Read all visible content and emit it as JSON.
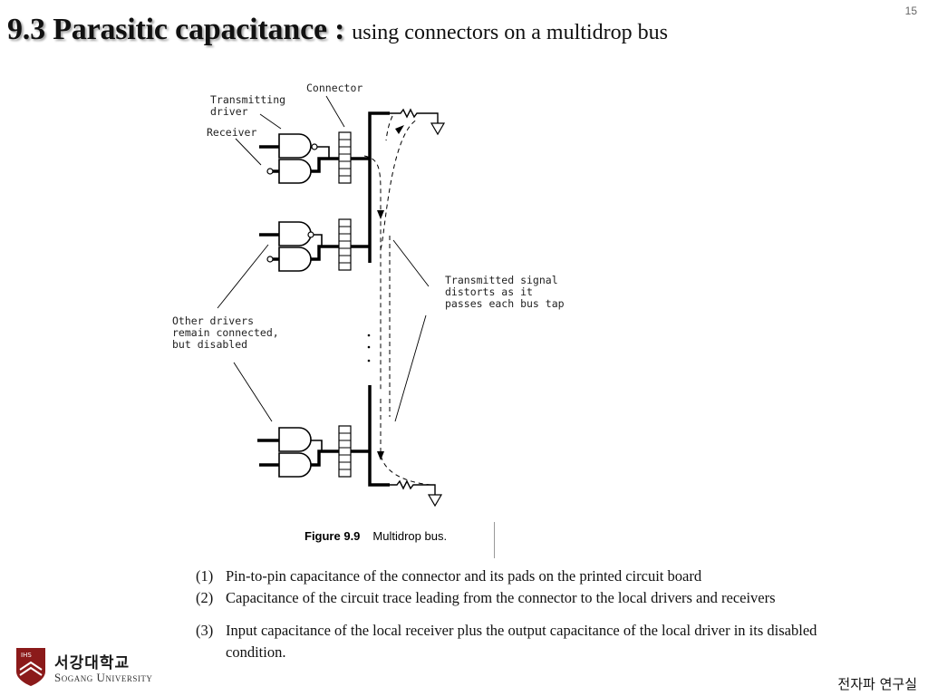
{
  "slide": {
    "page_number": "15",
    "title_main": "9.3 Parasitic capacitance :",
    "title_sub": "using connectors on a multidrop bus"
  },
  "figure": {
    "labels": {
      "transmitting_driver_line1": "Transmitting",
      "transmitting_driver_line2": "driver",
      "receiver": "Receiver",
      "connector": "Connector",
      "signal_line1": "Transmitted signal",
      "signal_line2": "distorts as it",
      "signal_line3": "passes each bus tap",
      "other_line1": "Other drivers",
      "other_line2": "remain connected,",
      "other_line3": "but disabled"
    },
    "caption_label": "Figure 9.9",
    "caption_text": "Multidrop bus."
  },
  "notes": [
    {
      "num": "(1)",
      "text": "Pin-to-pin capacitance of the connector and its pads on the printed circuit board"
    },
    {
      "num": "(2)",
      "text": "Capacitance of the circuit trace leading from the connector to the local drivers and receivers"
    },
    {
      "num": "(3)",
      "text": "Input capacitance of the local receiver plus the output capacitance of the local driver in its disabled condition."
    }
  ],
  "footer": {
    "logo_badge": "IHS",
    "logo_korean": "서강대학교",
    "logo_english": "Sogang University",
    "lab_name": "전자파 연구실"
  },
  "colors": {
    "logo_crest": "#8b1a1a"
  }
}
